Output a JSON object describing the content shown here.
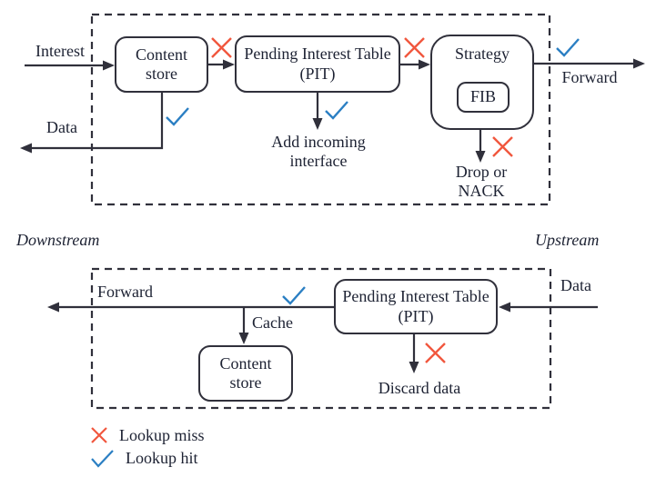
{
  "colors": {
    "line": "#30303b",
    "text": "#1d2233",
    "lookup_miss": "#f1573e",
    "lookup_hit": "#2b7fc3"
  },
  "top_pipeline": {
    "interest_label": "Interest",
    "data_label": "Data",
    "content_store_label": "Content store",
    "pit_label": "Pending Interest Table (PIT)",
    "strategy_label": "Strategy",
    "fib_label": "FIB",
    "forward_label": "Forward",
    "add_incoming_label": "Add incoming interface",
    "drop_label": "Drop or NACK"
  },
  "middle_labels": {
    "downstream_label": "Downstream",
    "upstream_label": "Upstream"
  },
  "bottom_pipeline": {
    "forward_label": "Forward",
    "cache_label": "Cache",
    "content_store_label": "Content store",
    "pit_label": "Pending Interest Table (PIT)",
    "data_label": "Data",
    "discard_label": "Discard data"
  },
  "legend": {
    "miss_label": "Lookup miss",
    "hit_label": "Lookup hit"
  }
}
